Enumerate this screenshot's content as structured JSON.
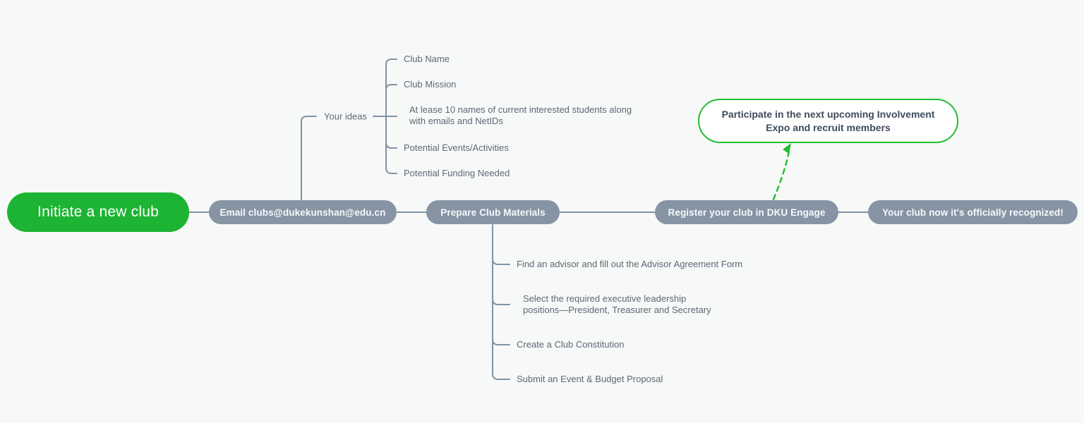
{
  "flow_nodes": {
    "initiate": "Initiate a new club",
    "email": "Email clubs@dukekunshan@edu.cn",
    "prepare": "Prepare Club Materials",
    "register": "Register your club in DKU Engage",
    "recognized": "Your club now it's officially recognized!"
  },
  "ideas_branch": {
    "label": "Your ideas",
    "items": [
      "Club Name",
      "Club Mission",
      "At lease 10 names of current interested students along with emails and NetIDs",
      "Potential Events/Activities",
      "Potential Funding Needed"
    ]
  },
  "materials_branch": {
    "items": [
      "Find an advisor and fill out the Advisor Agreement Form",
      "Select the required executive leadership positions—President, Treasurer and Secretary",
      "Create a Club Constitution",
      "Submit an Event & Budget Proposal"
    ]
  },
  "callout": "Participate in the next upcoming Involvement Expo and recruit members",
  "colors": {
    "accent_green": "#1cb432",
    "callout_green": "#21bd31",
    "node_gray": "#8694a4",
    "line_gray": "#8093a3",
    "text_dark": "#3f4c5c",
    "text_muted": "#5d6874",
    "background": "#f7f8f8"
  }
}
